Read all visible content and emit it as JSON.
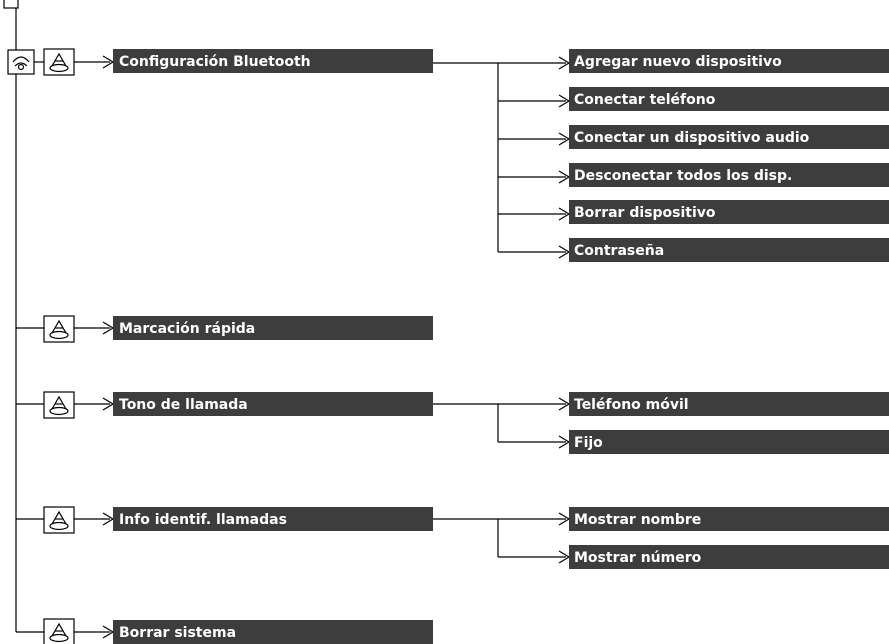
{
  "menu": [
    {
      "label": "Configuración Bluetooth",
      "icon": "phone-button-and-selector-knob-icon",
      "children": [
        "Agregar nuevo dispositivo",
        "Conectar teléfono",
        "Conectar un dispositivo audio",
        "Desconectar todos los disp.",
        "Borrar dispositivo",
        "Contraseña"
      ]
    },
    {
      "label": "Marcación rápida",
      "icon": "selector-knob-icon",
      "children": []
    },
    {
      "label": "Tono de llamada",
      "icon": "selector-knob-icon",
      "children": [
        "Teléfono móvil",
        "Fijo"
      ]
    },
    {
      "label": "Info identif. llamadas",
      "icon": "selector-knob-icon",
      "children": [
        "Mostrar nombre",
        "Mostrar número"
      ]
    },
    {
      "label": "Borrar sistema",
      "icon": "selector-knob-icon",
      "children": []
    }
  ],
  "colors": {
    "bar": "#3d3d3d",
    "text": "#ffffff",
    "line": "#000000"
  }
}
